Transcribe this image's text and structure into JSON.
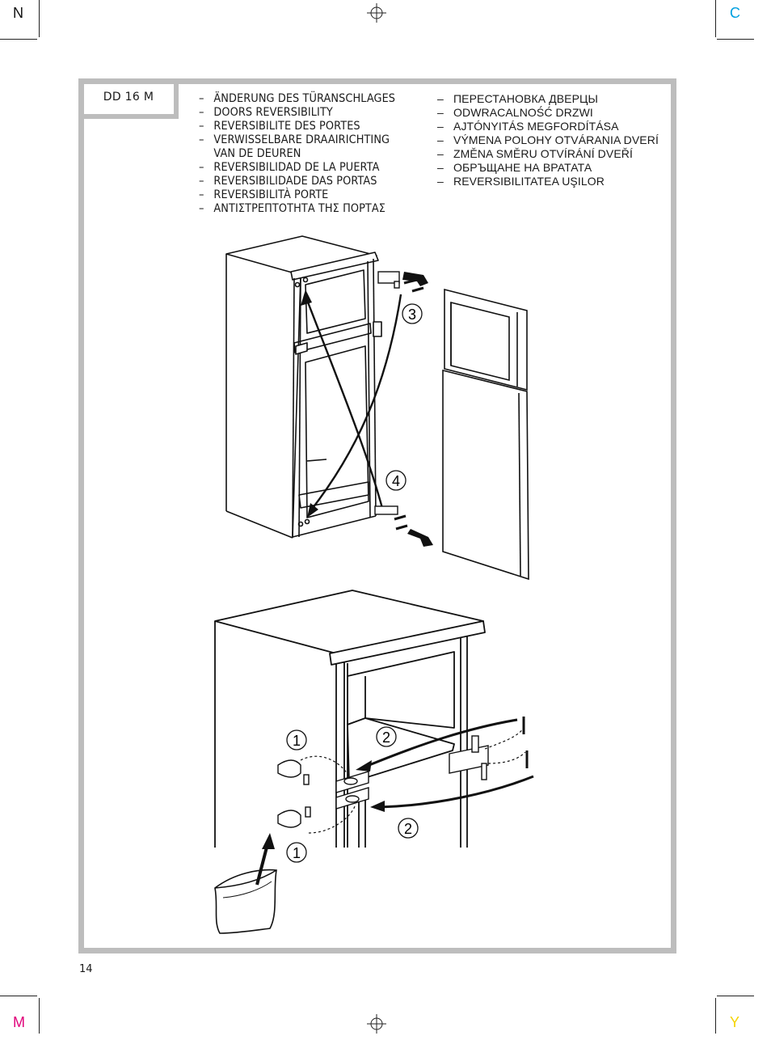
{
  "registration": {
    "top_left": "N",
    "top_right": "C",
    "bottom_left": "M",
    "bottom_right": "Y"
  },
  "colors": {
    "cyan": "#00a0e0",
    "magenta": "#e0007a",
    "yellow": "#f5d400",
    "frame_gray": "#bdbdbd"
  },
  "model": "DD 16 M",
  "column_left": [
    "ÄNDERUNG DES TÜRANSCHLAGES",
    "DOORS REVERSIBILITY",
    "REVERSIBILITE DES PORTES",
    "VERWISSELBARE DRAAIRICHTING VAN DE DEUREN",
    "REVERSIBILIDAD DE LA PUERTA",
    "REVERSIBILIDADE DAS PORTAS",
    "REVERSIBILITÀ PORTE",
    "ΑΝΤΙΣΤΡΕΠΤΟΤΗΤΑ ΤΗΣ ΠΟΡΤΑΣ"
  ],
  "column_right": [
    "ПЕРЕСТАНОВКА ДВЕРЦЫ",
    "ODWRACALNOŚĆ DRZWI",
    "AJTÓNYITÁS MEGFORDÍTÁSA",
    "VÝMENA POLOHY OTVÁRANIA DVERÍ",
    "ZMĚNA SMĚRU OTVÍRÁNÍ DVEŘÍ",
    "ОБРЪЩАНЕ НА ВРАТАТА",
    "REVERSIBILITATEA UŞILOR"
  ],
  "steps": {
    "step1": "1",
    "step2": "2",
    "step3": "3",
    "step4": "4"
  },
  "page_number": "14",
  "icons": [
    "registration-target-icon",
    "crop-mark-icon"
  ]
}
